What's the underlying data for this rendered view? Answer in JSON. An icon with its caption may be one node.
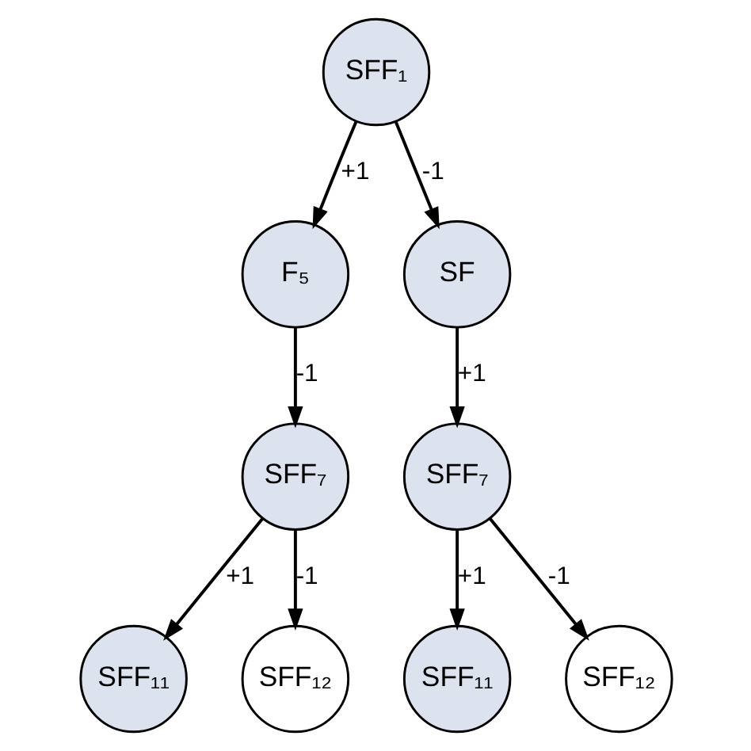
{
  "diagram": {
    "nodes": [
      {
        "text": [
          "SFF₁"
        ]
      },
      {
        "text": [
          "F₅"
        ]
      },
      {
        "text": [
          "SF"
        ]
      },
      {
        "text": [
          "SFF₇"
        ]
      },
      {
        "text": [
          "SFF₁₁"
        ]
      },
      {
        "text": [
          "SFF₁₂"
        ]
      },
      {
        "text": [
          "SFF₇"
        ]
      },
      {
        "text": [
          "SFF₁₁"
        ]
      },
      {
        "text": [
          "SFF₁₂"
        ]
      }
    ],
    "edges": [
      {
        "from": 0,
        "to": 1,
        "arrow": "to",
        "label": "+1"
      },
      {
        "from": 0,
        "to": 2,
        "arrow": "to",
        "label": "-1"
      },
      {
        "from": 1,
        "to": 3,
        "arrow": "to",
        "label": "-1"
      },
      {
        "from": 3,
        "to": 4,
        "arrow": "to",
        "label": "+1"
      },
      {
        "from": 3,
        "to": 5,
        "arrow": "to",
        "label": "-1"
      },
      {
        "from": 2,
        "to": 6,
        "arrow": "to",
        "label": "+1"
      },
      {
        "from": 6,
        "to": 7,
        "arrow": "to",
        "label": "+1"
      },
      {
        "from": 6,
        "to": 8,
        "arrow": "to",
        "label": "-1"
      }
    ]
  }
}
